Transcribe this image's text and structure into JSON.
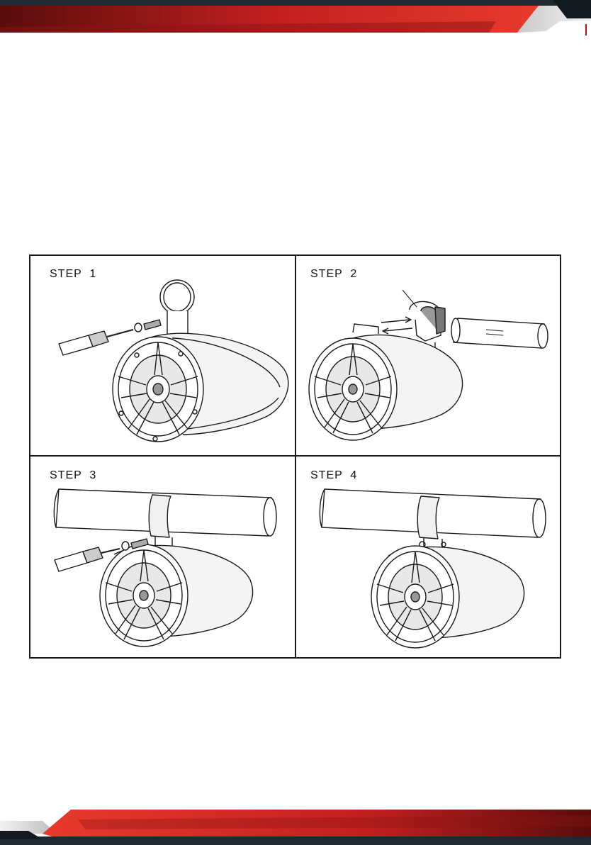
{
  "colors": {
    "accent_red": "#d42a2a",
    "dark_red": "#6b1010",
    "charcoal": "#1e2a30",
    "line": "#1a1a1a"
  },
  "steps": [
    {
      "label": "STEP  1"
    },
    {
      "label": "STEP  2"
    },
    {
      "label": "STEP  3"
    },
    {
      "label": "STEP  4"
    }
  ]
}
